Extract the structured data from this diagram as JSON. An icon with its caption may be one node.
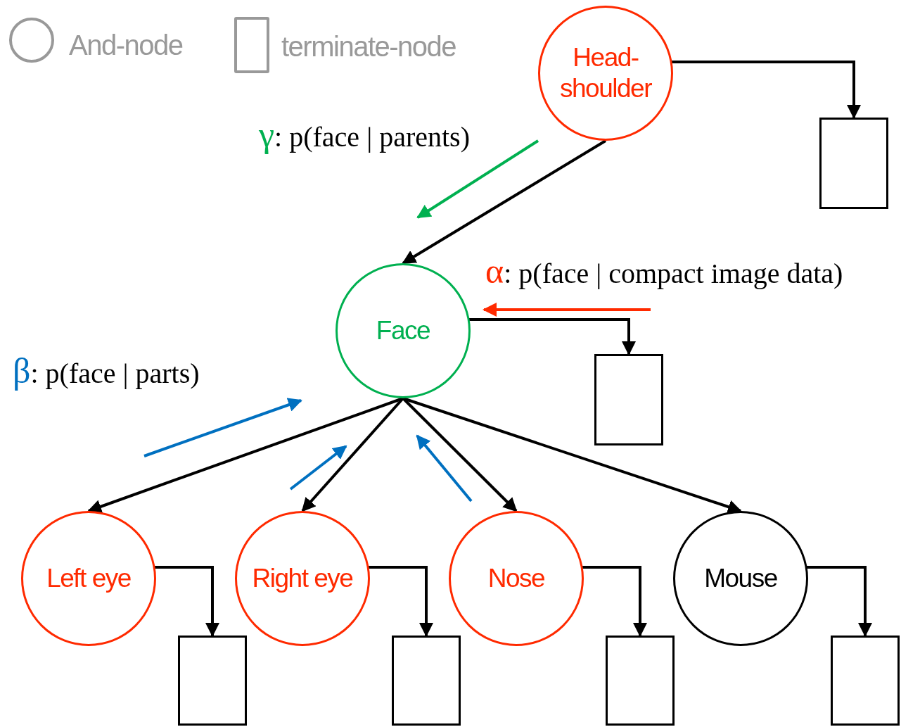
{
  "diagram": {
    "nodes": [
      {
        "text": [
          "Head- shoulder"
        ]
      },
      {
        "text": [],
        "shape": "box"
      },
      {
        "text": [
          "Face"
        ]
      },
      {
        "text": [],
        "shape": "box"
      },
      {
        "text": [
          "Left eye"
        ]
      },
      {
        "text": [],
        "shape": "box"
      },
      {
        "text": [
          "Right eye"
        ]
      },
      {
        "text": [],
        "shape": "box"
      },
      {
        "text": [
          "Nose"
        ]
      },
      {
        "text": [],
        "shape": "box"
      },
      {
        "text": [
          "Mouse"
        ]
      },
      {
        "text": [],
        "shape": "box"
      }
    ],
    "edges": [
      {
        "from": 0,
        "to": 1,
        "arrow": "to"
      },
      {
        "from": 0,
        "to": 2,
        "arrow": "to"
      },
      {
        "from": 2,
        "to": 3,
        "arrow": "to"
      },
      {
        "from": 2,
        "to": 4,
        "arrow": "to"
      },
      {
        "from": 2,
        "to": 6,
        "arrow": "to"
      },
      {
        "from": 2,
        "to": 8,
        "arrow": "to"
      },
      {
        "from": 2,
        "to": 10,
        "arrow": "to"
      },
      {
        "from": 4,
        "to": 5,
        "arrow": "to"
      },
      {
        "from": 6,
        "to": 7,
        "arrow": "to"
      },
      {
        "from": 8,
        "to": 9,
        "arrow": "to"
      },
      {
        "from": 10,
        "to": 11,
        "arrow": "to"
      }
    ],
    "labels": [
      "γ: p(face | parents)",
      "α: p(face | compact image data)",
      "β: p(face | parts)"
    ],
    "legend": [
      {
        "text": "And-node"
      },
      {
        "text": "terminate-node"
      }
    ]
  }
}
